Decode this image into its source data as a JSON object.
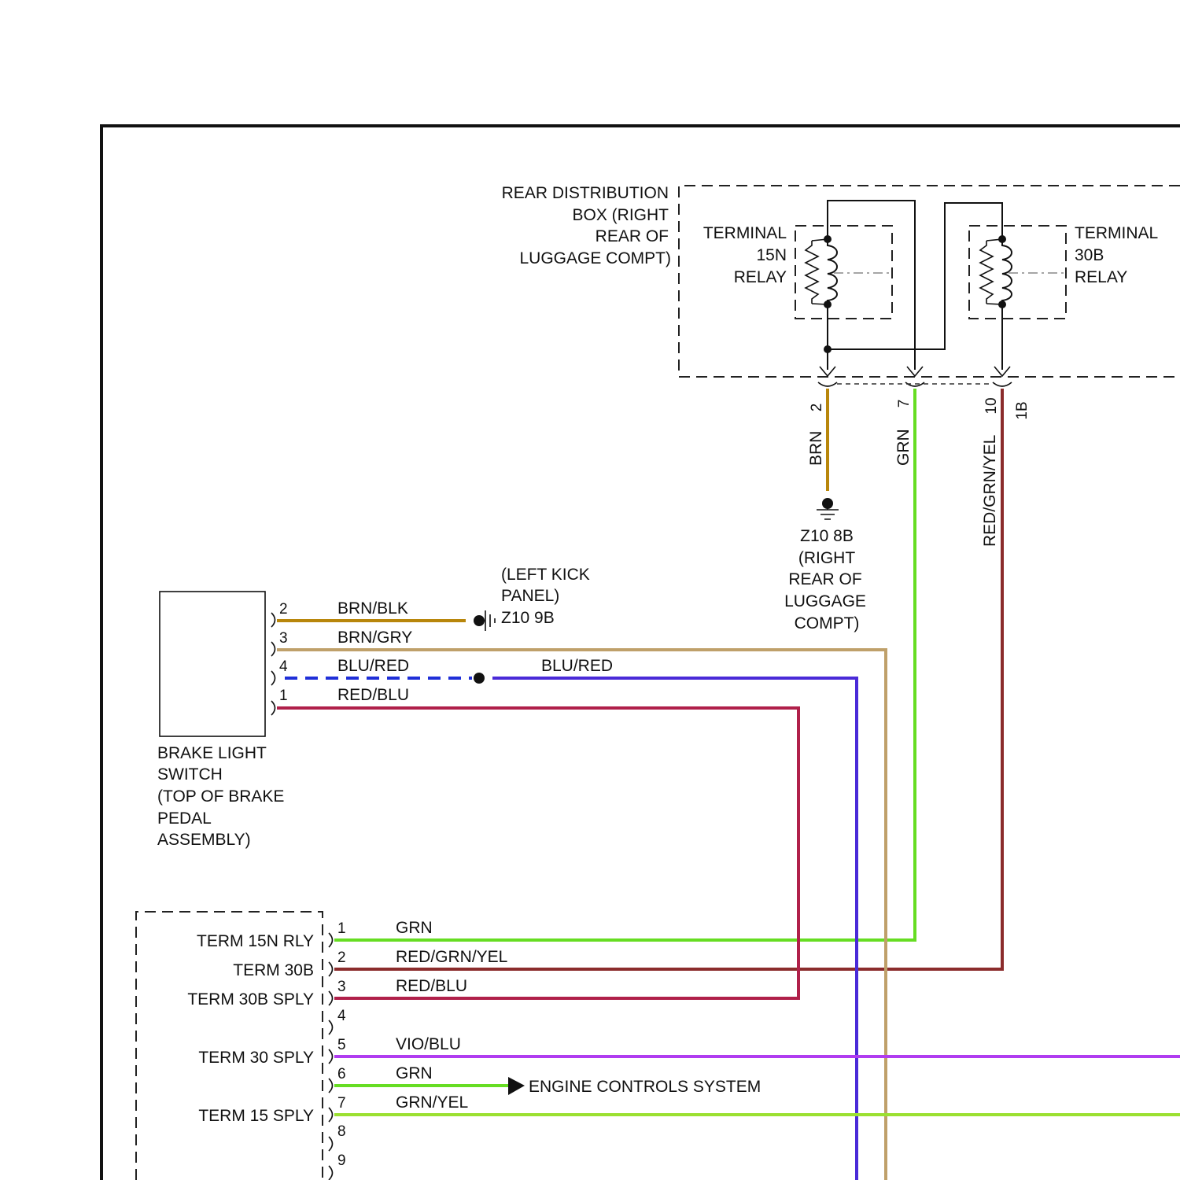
{
  "distribution_box": {
    "label_lines": [
      "REAR DISTRIBUTION",
      "BOX (RIGHT",
      "REAR OF",
      "LUGGAGE COMPT)"
    ],
    "relay_15n_lines": [
      "TERMINAL",
      "15N",
      "RELAY"
    ],
    "relay_30b_lines": [
      "TERMINAL",
      "30B",
      "RELAY"
    ],
    "pins": {
      "brn": "2",
      "grn": "7",
      "red_grn_yel": "10",
      "connector": "1B"
    }
  },
  "wires": {
    "brn": "BRN",
    "grn": "GRN",
    "red_grn_yel": "RED/GRN/YEL"
  },
  "ground_z10_8b": {
    "label_lines": [
      "Z10 8B",
      "(RIGHT",
      "REAR OF",
      "LUGGAGE",
      "COMPT)"
    ]
  },
  "ground_z10_9b": {
    "label_lines": [
      "(LEFT KICK",
      "PANEL)",
      "Z10 9B"
    ]
  },
  "brake_light_switch": {
    "label_lines": [
      "BRAKE LIGHT",
      "SWITCH",
      "(TOP OF BRAKE",
      "PEDAL",
      "ASSEMBLY)"
    ],
    "pins": [
      {
        "pin": "2",
        "color_name": "BRN/BLK"
      },
      {
        "pin": "3",
        "color_name": "BRN/GRY"
      },
      {
        "pin": "4",
        "color_name": "BLU/RED"
      },
      {
        "pin": "1",
        "color_name": "RED/BLU"
      }
    ],
    "blu_red_continuation": "BLU/RED"
  },
  "module": {
    "terminals": [
      "TERM 15N RLY",
      "TERM 30B",
      "TERM 30B SPLY",
      "TERM 30 SPLY",
      "TERM 15 SPLY"
    ],
    "pins": [
      {
        "pin": "1",
        "wire": "GRN"
      },
      {
        "pin": "2",
        "wire": "RED/GRN/YEL"
      },
      {
        "pin": "3",
        "wire": "RED/BLU"
      },
      {
        "pin": "4",
        "wire": ""
      },
      {
        "pin": "5",
        "wire": "VIO/BLU"
      },
      {
        "pin": "6",
        "wire": "GRN"
      },
      {
        "pin": "7",
        "wire": "GRN/YEL"
      },
      {
        "pin": "8",
        "wire": ""
      },
      {
        "pin": "9",
        "wire": ""
      }
    ],
    "engine_controls": "ENGINE CONTROLS SYSTEM"
  },
  "colors": {
    "brn": "#b8860b",
    "brn_gry": "#bfa06a",
    "grn": "#66dd22",
    "red_grn_yel": "#8b2c2c",
    "red_blu": "#b0204a",
    "blu_red": "#4a2ad8",
    "blu_dash": "#1f2fd8",
    "vio_blu": "#b03cf0",
    "grn_yel": "#9be030"
  }
}
